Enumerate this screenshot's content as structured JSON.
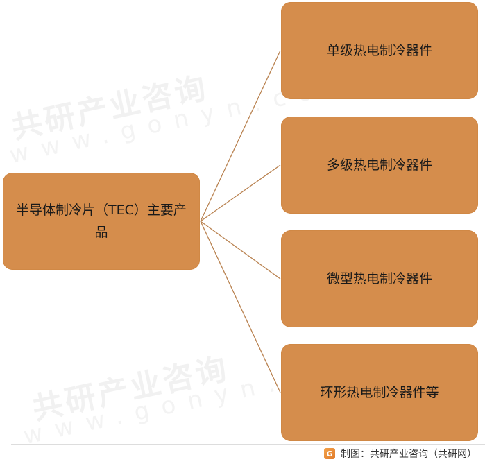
{
  "diagram": {
    "root": {
      "label": "半导体制冷片（TEC）主要产品"
    },
    "children": [
      {
        "label": "单级热电制冷器件"
      },
      {
        "label": "多级热电制冷器件"
      },
      {
        "label": "微型热电制冷器件"
      },
      {
        "label": "环形热电制冷器件等"
      }
    ]
  },
  "watermark": {
    "cn": "共研产业咨询",
    "en": "www.gonyn.com"
  },
  "footer": {
    "logo_letter": "G",
    "source": "制图：共研产业咨询（共研网）"
  },
  "colors": {
    "box_fill": "#d58d4c",
    "connector": "#b98250"
  }
}
